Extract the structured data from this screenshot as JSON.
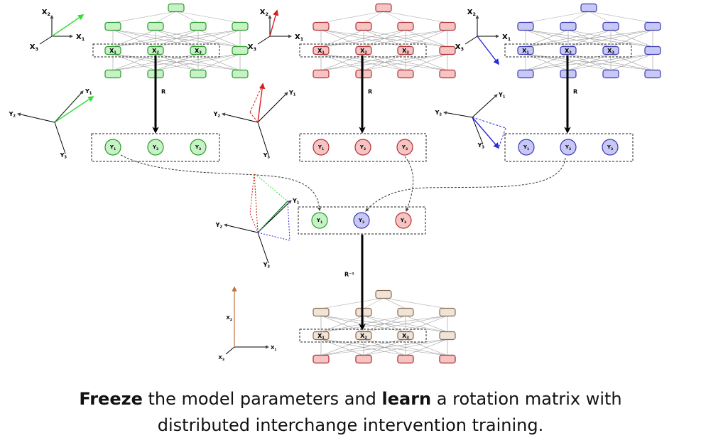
{
  "labels": {
    "x1": "X1",
    "x2": "X2",
    "x3": "X3",
    "y1": "Y1",
    "y2": "Y2",
    "y3": "Y3",
    "r": "R",
    "r_inv": "R⁻¹"
  },
  "caption": {
    "line1_bold1": "Freeze",
    "line1_mid": "the model parameters and",
    "line1_bold2": "learn",
    "line1_end": "a rotation matrix with",
    "line2": "distributed interchange intervention training."
  },
  "colors": {
    "green": "#c6f2c6",
    "green_line": "#55e055",
    "pink": "#f7c4c4",
    "pink_line": "#d62020",
    "blue": "#c8c8f6",
    "blue_line": "#2a2ae0",
    "beige": "#efe4d8",
    "beige_line": "#b07850"
  }
}
